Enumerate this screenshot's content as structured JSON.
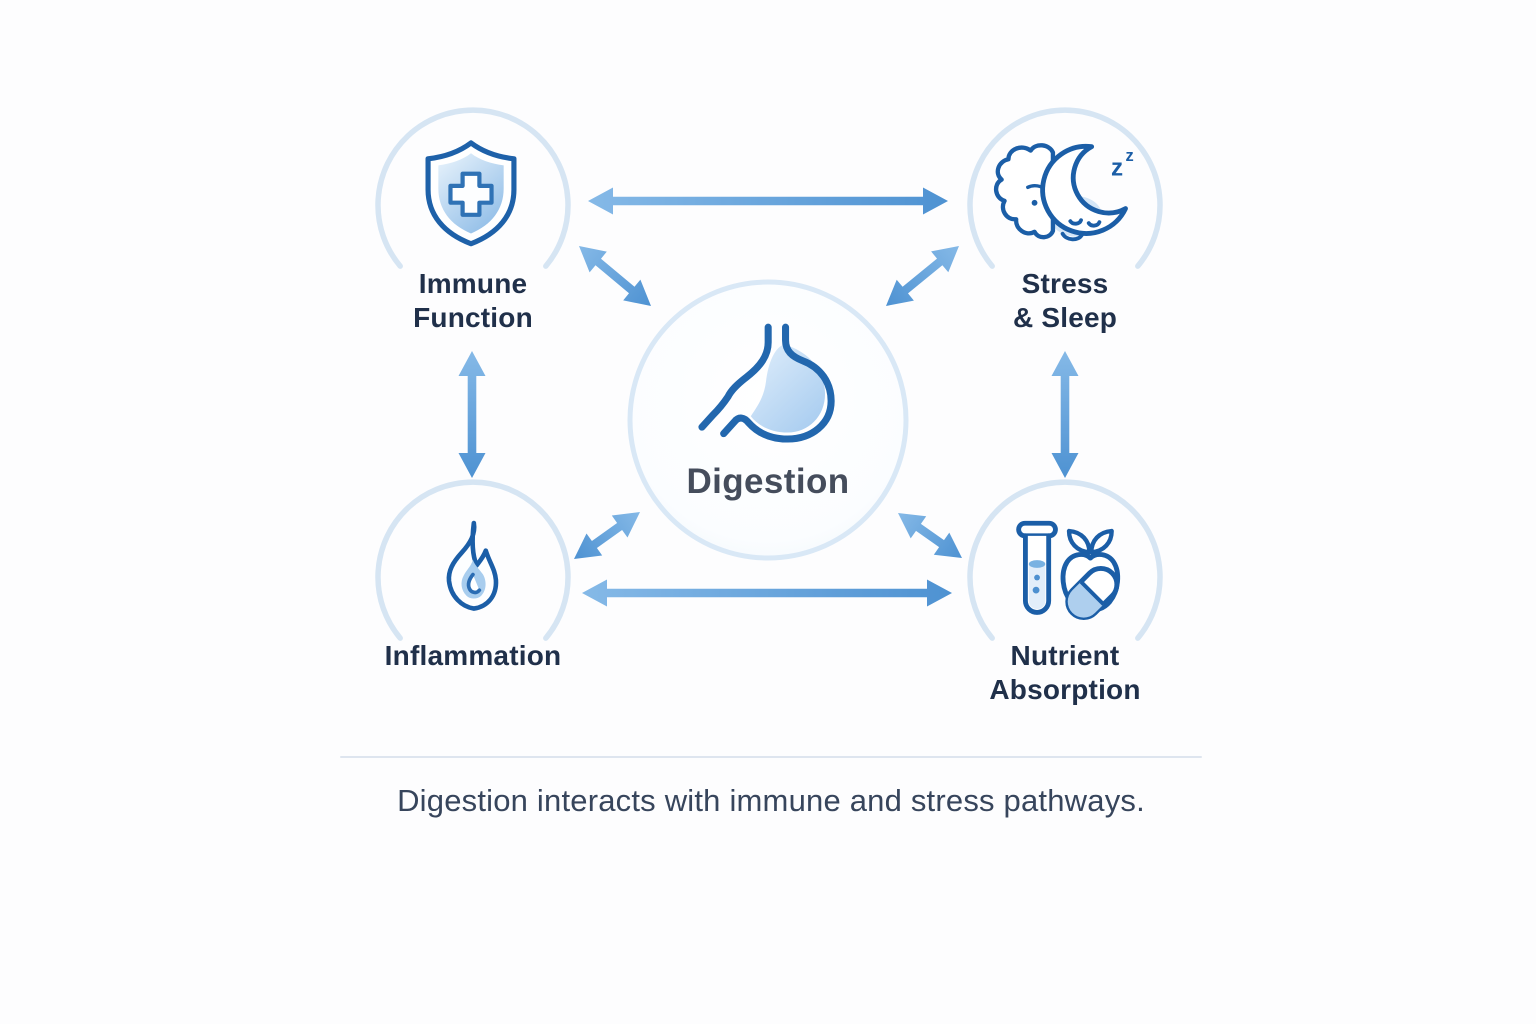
{
  "diagram": {
    "center": {
      "id": "digestion",
      "label": "Digestion",
      "icon": "stomach-icon"
    },
    "nodes": [
      {
        "id": "immune-function",
        "lines": [
          "Immune",
          "Function"
        ],
        "icon": "shield-cross-icon",
        "position": "top-left"
      },
      {
        "id": "stress-sleep",
        "lines": [
          "Stress",
          "& Sleep"
        ],
        "icon": "brain-sleep-moon-icon",
        "position": "top-right"
      },
      {
        "id": "inflammation",
        "lines": [
          "Inflammation"
        ],
        "icon": "flame-icon",
        "position": "bottom-left"
      },
      {
        "id": "nutrient-absorption",
        "lines": [
          "Nutrient",
          "Absorption"
        ],
        "icon": "test-tube-apple-pill-icon",
        "position": "bottom-right"
      }
    ],
    "edges": [
      {
        "from": "immune-function",
        "to": "stress-sleep",
        "type": "bidirectional"
      },
      {
        "from": "immune-function",
        "to": "digestion",
        "type": "bidirectional"
      },
      {
        "from": "stress-sleep",
        "to": "digestion",
        "type": "bidirectional"
      },
      {
        "from": "immune-function",
        "to": "inflammation",
        "type": "bidirectional"
      },
      {
        "from": "stress-sleep",
        "to": "nutrient-absorption",
        "type": "bidirectional"
      },
      {
        "from": "digestion",
        "to": "inflammation",
        "type": "bidirectional"
      },
      {
        "from": "digestion",
        "to": "nutrient-absorption",
        "type": "bidirectional"
      },
      {
        "from": "inflammation",
        "to": "nutrient-absorption",
        "type": "bidirectional"
      }
    ],
    "icons": {
      "zz": [
        "z",
        "z"
      ]
    },
    "caption": "Digestion interacts with immune and stress pathways.",
    "colors": {
      "arrow_gradient_light": "#85b9e7",
      "arrow_gradient_dark": "#4e92d2",
      "icon_stroke": "#1e61a9",
      "icon_fill_light": "#abcff0",
      "ring": "#d6e5f3",
      "label_text": "#20304a",
      "caption_text": "#37455c",
      "background": "#fdfdfe"
    }
  }
}
